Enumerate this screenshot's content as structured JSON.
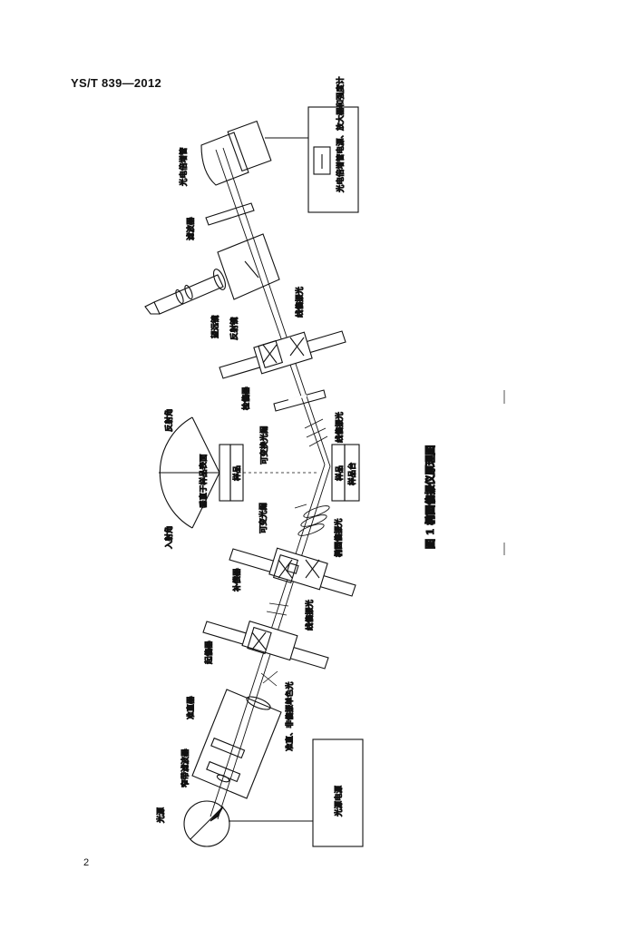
{
  "header": {
    "standard_code": "YS/T 839—2012"
  },
  "footer": {
    "page_number": "2"
  },
  "figure": {
    "caption": "图 1  椭圆偏振仪原理图",
    "labels": {
      "photomultiplier": "光电倍增管",
      "pmt_supply_box": "光电倍增管电源、放大器和强度计",
      "filter": "滤波器",
      "telescope": "望远镜",
      "mirror": "反射镜",
      "analyzer": "检偏器",
      "linear_polarized_1": "线偏振光",
      "variable_aperture_1": "可变换光阑",
      "linear_polarized_2": "线偏振光",
      "reflect_angle": "反射角",
      "incident_angle": "入射角",
      "normal": "垂直于样品表面",
      "sample_top": "样品",
      "sample": "样品",
      "sample_stage": "样品台",
      "variable_aperture_2": "可变光阑",
      "elliptical_polarized": "椭圆偏振光",
      "compensator": "补偿器",
      "linear_polarized_3": "线偏振光",
      "polarizer": "起偏器",
      "collimated_light": "准直、非偏振单色光",
      "collimator": "准直器",
      "narrowband_filter": "窄带滤波器",
      "light_source": "光源",
      "light_supply_box": "光源电源"
    }
  }
}
